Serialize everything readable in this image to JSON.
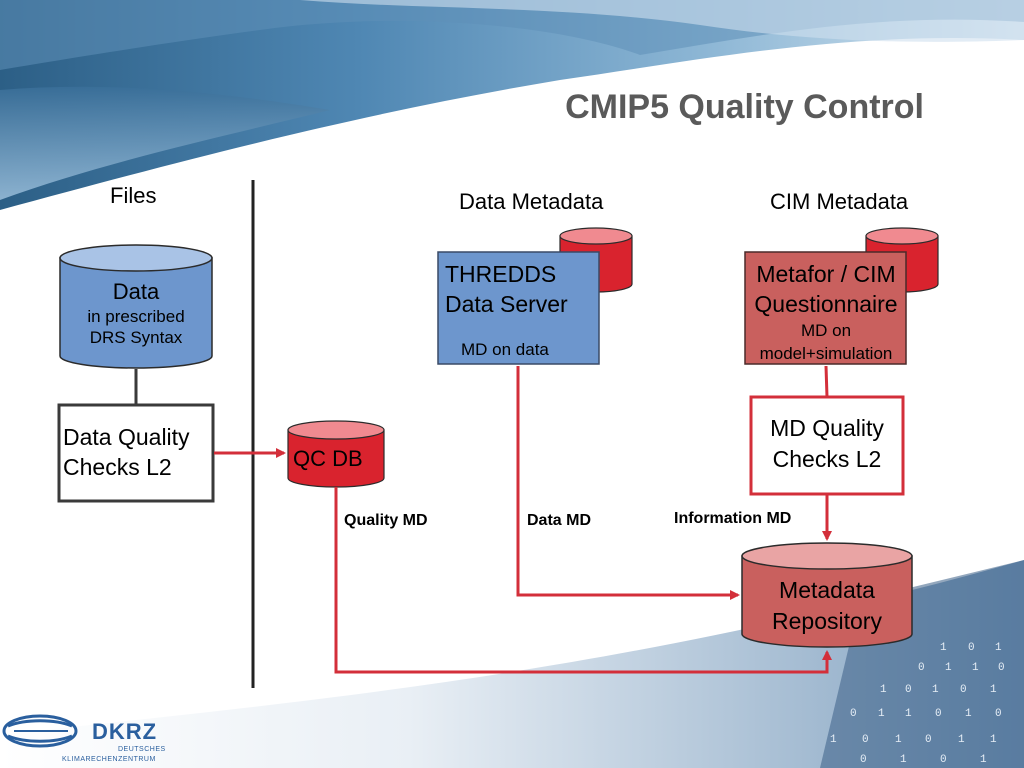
{
  "slide": {
    "title": "CMIP5 Quality Control",
    "colors": {
      "cylinder_blue": "#6d96cd",
      "cylinder_red": "#d9232e",
      "box_salmon": "#c9605e",
      "arrow_red": "#d32f3a",
      "title_gray": "#5a5a5a"
    }
  },
  "headers": {
    "files": "Files",
    "data_metadata": "Data Metadata",
    "cim_metadata": "CIM Metadata"
  },
  "nodes": {
    "data_cyl": {
      "line1": "Data",
      "line2": "in prescribed",
      "line3": "DRS Syntax"
    },
    "dq_checks": {
      "line1": "Data Quality",
      "line2": "Checks L2"
    },
    "qc_db": {
      "label": "QC DB"
    },
    "thredds": {
      "line1": "THREDDS",
      "line2": "Data Server",
      "line3": "MD on data"
    },
    "metafor": {
      "line1": "Metafor / CIM",
      "line2": "Questionnaire",
      "line3": "MD on",
      "line4": "model+simulation"
    },
    "md_quality": {
      "line1": "MD Quality",
      "line2": "Checks L2"
    },
    "repo": {
      "line1": "Metadata",
      "line2": "Repository"
    }
  },
  "edge_labels": {
    "quality_md": "Quality MD",
    "data_md": "Data MD",
    "information_md": "Information MD"
  },
  "logo": {
    "name": "DKRZ",
    "sub1": "DEUTSCHES",
    "sub2": "KLIMARECHENZENTRUM"
  }
}
